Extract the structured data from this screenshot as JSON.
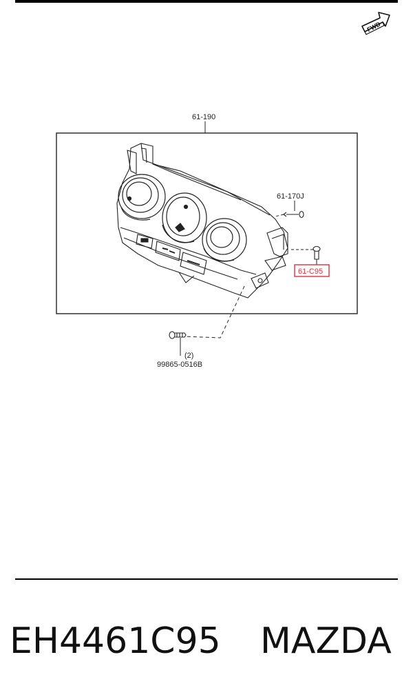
{
  "diagram": {
    "fwd_badge": "FWD",
    "labels": {
      "assembly": "61-190",
      "screw_upper": "61-170J",
      "highlighted_part": "61-C95",
      "quantity": "(2)",
      "screw_lower": "99865-0516B"
    },
    "highlight_color": "#e0303a"
  },
  "footer": {
    "part_number": "EH4461C95",
    "brand": "MAZDA"
  }
}
